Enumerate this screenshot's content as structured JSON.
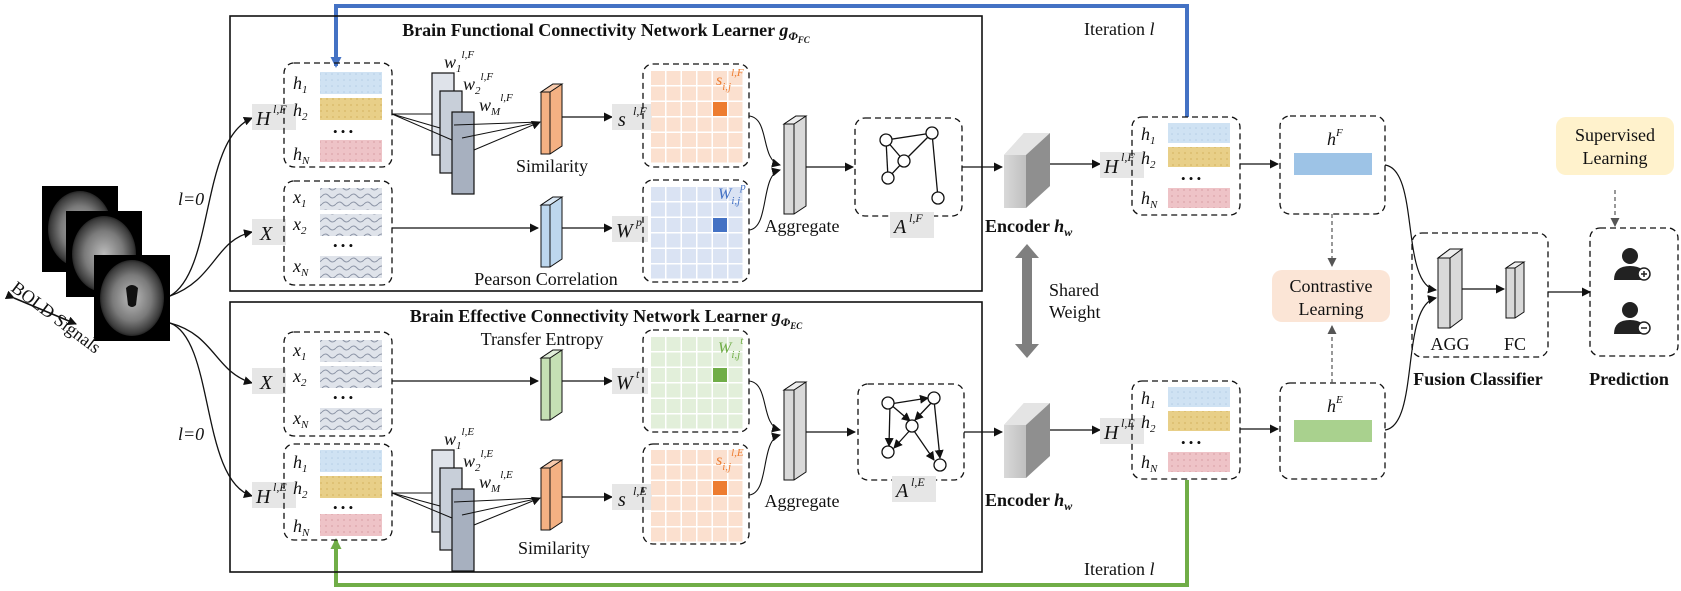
{
  "titles": {
    "fc_learner": "Brain Functional Connectivity Network Learner",
    "fc_learner_g": "g",
    "fc_learner_sub": "Φ",
    "fc_learner_subsub": "FC",
    "ec_learner": "Brain Effective Connectivity Network Learner",
    "ec_learner_g": "g",
    "ec_learner_sub": "Φ",
    "ec_learner_subsub": "EC"
  },
  "labels": {
    "iteration": "Iteration",
    "iteration_var": "l",
    "l0_a": "l=0",
    "l0_b": "l=0",
    "bold_signals": "BOLD Signals",
    "similarity": "Similarity",
    "pearson": "Pearson Correlation",
    "transfer_entropy": "Transfer Entropy",
    "aggregate": "Aggregate",
    "encoder": "Encoder",
    "encoder_sym": "h",
    "encoder_sub": "w",
    "shared_weight_1": "Shared",
    "shared_weight_2": "Weight",
    "contrastive_1": "Contrastive",
    "contrastive_2": "Learning",
    "supervised_1": "Supervised",
    "supervised_2": "Learning",
    "agg": "AGG",
    "fc": "FC",
    "fusion_classifier": "Fusion Classifier",
    "prediction": "Prediction",
    "dots": "• • •"
  },
  "symbols": {
    "H": "H",
    "X": "X",
    "W": "W",
    "s": "s",
    "A": "A",
    "h": "h",
    "x": "x",
    "w": "w",
    "sup_lF": "l,F",
    "sup_lE": "l,E",
    "sup_p": "p",
    "sup_t": "t",
    "sub_ij": "i,j",
    "sub_1": "1",
    "sub_2": "2",
    "sub_N": "N",
    "sub_M": "M",
    "hF_sup": "F",
    "hE_sup": "E"
  },
  "colors": {
    "blue_arrow": "#4472c4",
    "green_arrow": "#70ad47",
    "fc_bar": "#9dc3e6",
    "ec_bar": "#a9d18e",
    "contrastive_bg": "#fbe5d6",
    "supervised_bg": "#fff2cc",
    "orange_cell": "#ed7d31",
    "blue_cell": "#4472c4",
    "green_cell": "#70ad47"
  }
}
